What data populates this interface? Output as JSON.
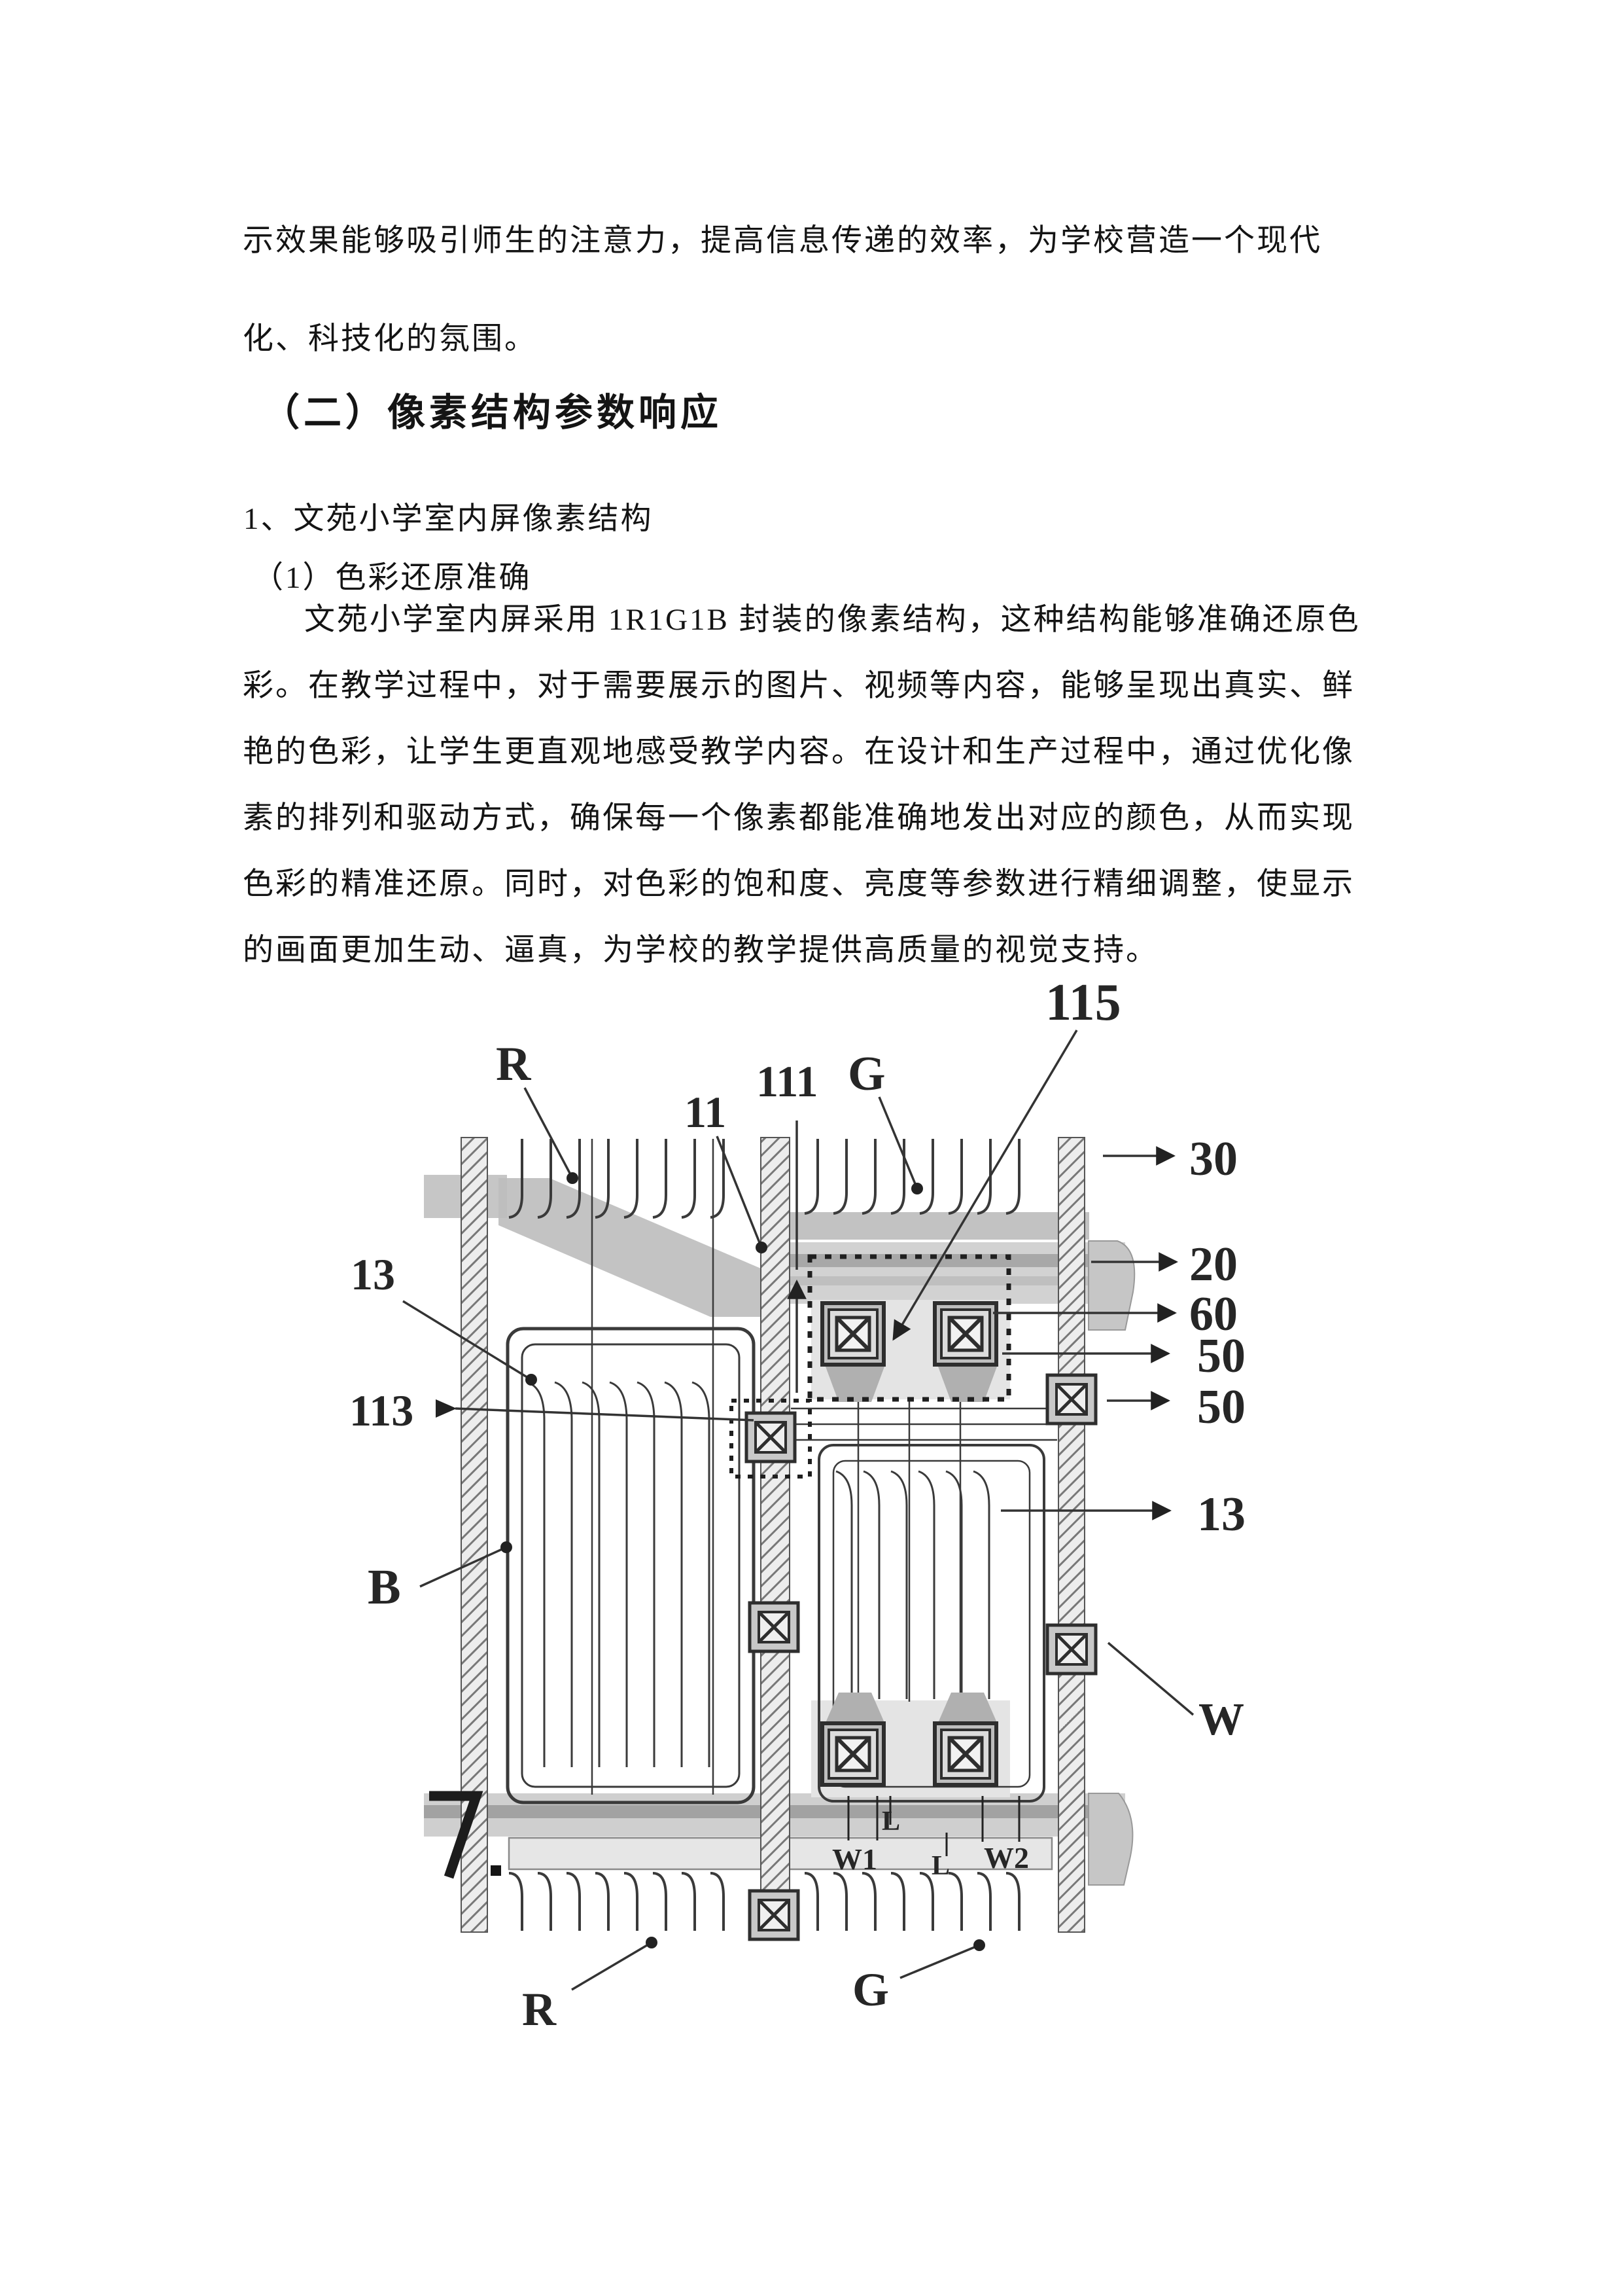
{
  "page": {
    "background": "#ffffff"
  },
  "intro": {
    "lines": [
      "示效果能够吸引师生的注意力，提高信息传递的效率，为学校营造一个现代",
      "化、科技化的氛围。"
    ]
  },
  "heading": {
    "text": "（二）像素结构参数响应"
  },
  "subheads": {
    "item1": "1、文苑小学室内屏像素结构",
    "item2": "（1）色彩还原准确"
  },
  "paragraph": {
    "lines": [
      "文苑小学室内屏采用 1R1G1B 封装的像素结构，这种结构能够准确还原色",
      "彩。在教学过程中，对于需要展示的图片、视频等内容，能够呈现出真实、鲜",
      "艳的色彩，让学生更直观地感受教学内容。在设计和生产过程中，通过优化像",
      "素的排列和驱动方式，确保每一个像素都能准确地发出对应的颜色，从而实现",
      "色彩的精准还原。同时，对色彩的饱和度、亮度等参数进行精细调整，使显示",
      "的画面更加生动、逼真，为学校的教学提供高质量的视觉支持。"
    ]
  },
  "figure": {
    "labels": {
      "r_top": "R",
      "g_top": "G",
      "n115": "115",
      "n111": "111",
      "n11": "11",
      "n30": "30",
      "n20": "20",
      "n60": "60",
      "n50_upper": "50",
      "n50_lower": "50",
      "n13_right": "13",
      "w": "W",
      "n13_left": "13",
      "n113": "113",
      "b": "B",
      "r_bottom": "R",
      "g_bottom": "G",
      "w1": "W1",
      "w2": "W2",
      "l_upper": "L",
      "l_lower": "L"
    },
    "colors": {
      "fig-line": "#3a3a3a",
      "fig-label": "#262626",
      "band": "#c6c6c6",
      "band-dark": "#a2a2a2",
      "patch": "#e4e4e4"
    }
  }
}
